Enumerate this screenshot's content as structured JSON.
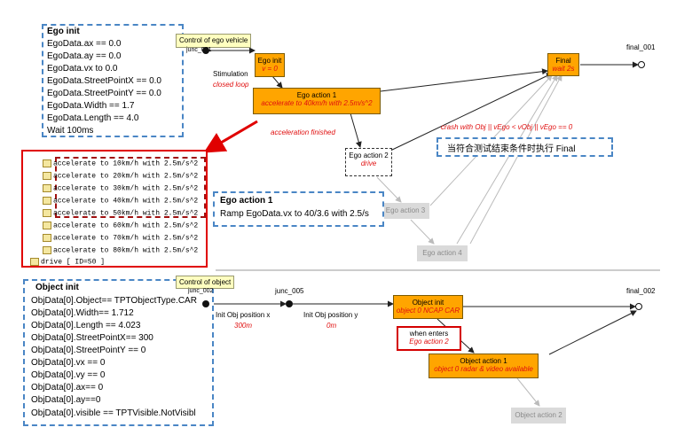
{
  "ego_init_box": {
    "title": "Ego init",
    "lines": [
      "EgoData.ax == 0.0",
      "EgoData.ay == 0.0",
      "EgoData.vx to 0.0",
      "EgoData.StreetPointX == 0.0",
      "EgoData.StreetPointY == 0.0",
      "EgoData.Width == 1.7",
      "EgoData.Length == 4.0",
      "Wait 100ms"
    ]
  },
  "top_diagram": {
    "note_label": "Control of ego vehicle",
    "junction_label": "junc_001",
    "stimulation_label": "Stimulation",
    "closed_loop_label": "closed loop",
    "ego_init_state": {
      "title": "Ego init",
      "sub": "v = 0"
    },
    "ego_action1_state": {
      "title": "Ego action 1",
      "sub": "accelerate to 40km/h with 2.5m/s^2"
    },
    "accel_finished_label": "acceleration finished",
    "ego_action2_state": {
      "title": "Ego action 2",
      "sub": "drive"
    },
    "ego_action3_state": {
      "title": "Ego action 3"
    },
    "ego_action4_state": {
      "title": "Ego action 4"
    },
    "final_state": {
      "title": "Final",
      "sub": "wait 2s"
    },
    "final_label": "final_001",
    "crash_label": "crash with Obj || vEgo < vObj || vEgo == 0",
    "final_note": "当符合测试结束条件时执行 Final"
  },
  "tree_list": {
    "items": [
      "accelerate to 10km/h with 2.5m/s^2",
      "accelerate to 20km/h with 2.5m/s^2",
      "accelerate to 30km/h with 2.5m/s^2",
      "accelerate to 40km/h with 2.5m/s^2",
      "accelerate to 50km/h with 2.5m/s^2",
      "accelerate to 60km/h with 2.5m/s^2",
      "accelerate to 70km/h with 2.5m/s^2",
      "accelerate to 80km/h with 2.5m/s^2",
      "drive  [ ID=50 ]"
    ]
  },
  "ego_action_box": {
    "title": "Ego action 1",
    "text": "Ramp EgoData.vx to 40/3.6 with 2.5/s"
  },
  "object_init_box": {
    "title": "Object init",
    "lines": [
      "ObjData[0].Object== TPTObjectType.CAR",
      "ObjData[0].Width== 1.712",
      "ObjData[0].Length == 4.023",
      "ObjData[0].StreetPointX== 300",
      "ObjData[0].StreetPointY == 0",
      "ObjData[0].vx == 0",
      "ObjData[0].vy == 0",
      "ObjData[0].ax== 0",
      "ObjData[0].ay==0",
      "ObjData[0].visible == TPTVisible.NotVisibl"
    ]
  },
  "bottom_diagram": {
    "note_label": "Control of object",
    "junction_label": "junc_002",
    "junction5_label": "junc_005",
    "init_pos_x_label": "Init Obj position x",
    "init_pos_x_value": "300m",
    "init_pos_y_label": "Init Obj position y",
    "init_pos_y_value": "0m",
    "object_init_state": {
      "title": "Object init",
      "sub": "object 0 NCAP CAR"
    },
    "when_enters_label": "when enters",
    "when_enters_value": "Ego action 2",
    "object_action1_state": {
      "title": "Object action 1",
      "sub": "object 0 radar & video available"
    },
    "object_action2_state": {
      "title": "Object action 2"
    },
    "final_label": "final_002"
  },
  "colors": {
    "state_fill": "#ffa500",
    "annotation_red": "#e01010",
    "dashed_blue": "#4a86c5",
    "note_yellow": "#ffffc0",
    "ghost_gray": "#dadada"
  }
}
